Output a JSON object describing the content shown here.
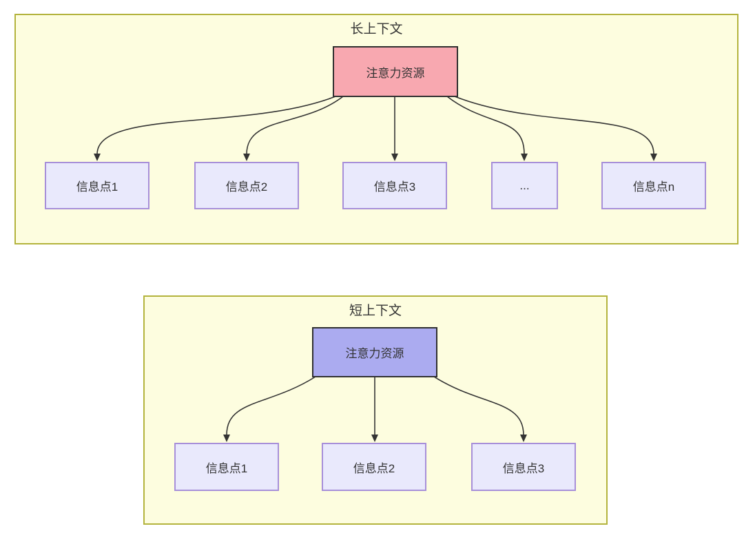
{
  "colors": {
    "panel-fill": "#FDFDDF",
    "panel-border": "#B3B33C",
    "root-long-fill": "#F8A8B0",
    "root-short-fill": "#ABABF0",
    "root-border": "#2F2F2F",
    "node-fill": "#E9E9FC",
    "node-border": "#A78FD9",
    "arrow": "#333333",
    "text": "#333333"
  },
  "long": {
    "title": "长上下文",
    "root_label": "注意力资源",
    "nodes": [
      "信息点1",
      "信息点2",
      "信息点3",
      "...",
      "信息点n"
    ]
  },
  "short": {
    "title": "短上下文",
    "root_label": "注意力资源",
    "nodes": [
      "信息点1",
      "信息点2",
      "信息点3"
    ]
  }
}
